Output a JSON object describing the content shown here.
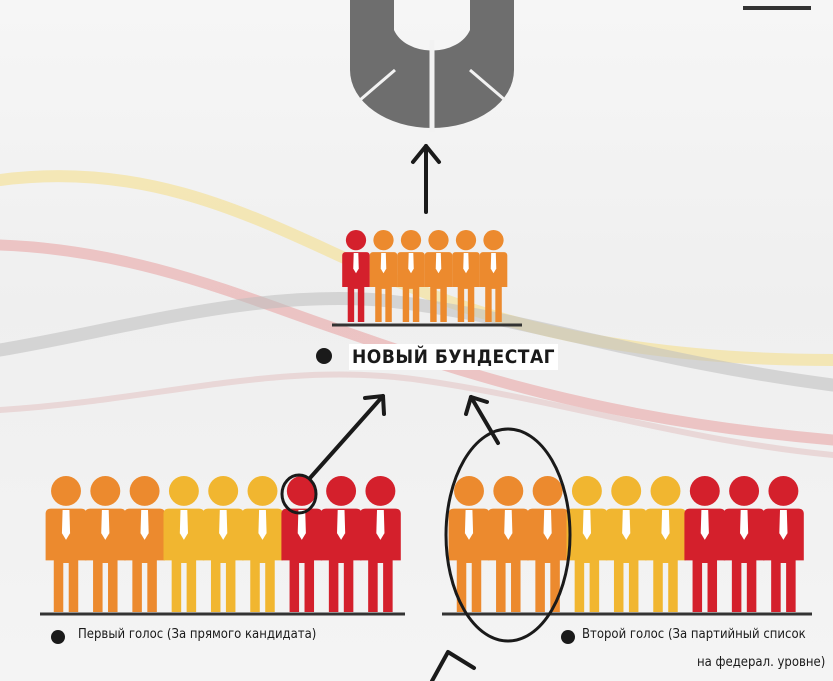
{
  "colors": {
    "red": "#d4202c",
    "orange": "#ec8a2e",
    "yellow": "#f1b630",
    "dark": "#1a1a1a",
    "hemicycle": "#6e6e6e"
  },
  "labels": {
    "bundestag": "НОВЫЙ БУНДЕСТАГ",
    "first_vote": "Первый голос (За прямого кандидата)",
    "second_vote_line1": "Второй голос (За партийный список",
    "second_vote_line2": "на федерал. уровне)"
  },
  "groups": {
    "bundestag": [
      "red",
      "orange",
      "orange",
      "orange",
      "orange",
      "orange"
    ],
    "first_vote": [
      "orange",
      "orange",
      "orange",
      "yellow",
      "yellow",
      "yellow",
      "red",
      "red",
      "red"
    ],
    "second_vote": [
      "orange",
      "orange",
      "orange",
      "yellow",
      "yellow",
      "yellow",
      "red",
      "red",
      "red"
    ]
  }
}
